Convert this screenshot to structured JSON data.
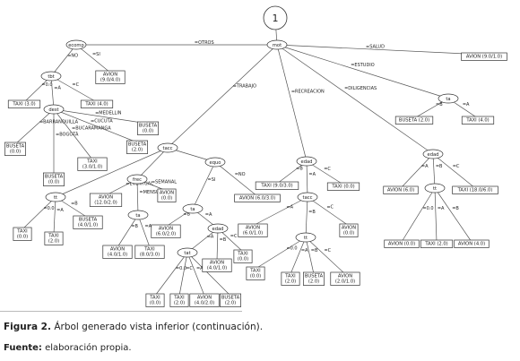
{
  "header": {
    "page_number": "1"
  },
  "caption": {
    "figure_label": "Figura 2.",
    "text": " Árbol generado vista inferior (continuación)."
  },
  "source": {
    "label": "Fuente:",
    "text": " elaboración propia."
  },
  "tree": {
    "nodes": [
      {
        "id": "n1",
        "type": "circle",
        "label": "1"
      },
      {
        "id": "mot",
        "type": "ellipse",
        "label": "mot"
      },
      {
        "id": "ecomp",
        "type": "ellipse",
        "label": "ecomp"
      },
      {
        "id": "tbt",
        "type": "ellipse",
        "label": "tbt"
      },
      {
        "id": "dest",
        "type": "ellipse",
        "label": "dest"
      },
      {
        "id": "tacc",
        "type": "ellipse",
        "label": "tacc"
      },
      {
        "id": "tt",
        "type": "ellipse",
        "label": "tt"
      },
      {
        "id": "frec",
        "type": "ellipse",
        "label": "frec"
      },
      {
        "id": "ta_mensual",
        "type": "ellipse",
        "label": "ta"
      },
      {
        "id": "equo",
        "type": "ellipse",
        "label": "equo"
      },
      {
        "id": "ta_si",
        "type": "ellipse",
        "label": "ta"
      },
      {
        "id": "edad_trab",
        "type": "ellipse",
        "label": "edad"
      },
      {
        "id": "tat",
        "type": "ellipse",
        "label": "tat"
      },
      {
        "id": "edad_rec",
        "type": "ellipse",
        "label": "edad"
      },
      {
        "id": "tacc_rec",
        "type": "ellipse",
        "label": "tacc"
      },
      {
        "id": "tt_rec",
        "type": "ellipse",
        "label": "tt"
      },
      {
        "id": "ta_est",
        "type": "ellipse",
        "label": "ta"
      },
      {
        "id": "edad_dil",
        "type": "ellipse",
        "label": "edad"
      },
      {
        "id": "tt_dil",
        "type": "ellipse",
        "label": "tt"
      },
      {
        "id": "avion_ecomp",
        "type": "leaf",
        "lines": [
          "AVION",
          "(9.0/4.0)"
        ]
      },
      {
        "id": "taxi_tbt0",
        "type": "leaf",
        "lines": [
          "TAXI (3.0)"
        ]
      },
      {
        "id": "taxi_tbt1",
        "type": "leaf",
        "lines": [
          "TAXI (4.0)"
        ]
      },
      {
        "id": "buseta_med",
        "type": "leaf",
        "lines": [
          "BUSETA",
          "(0.0)"
        ]
      },
      {
        "id": "buseta_barr",
        "type": "leaf",
        "lines": [
          "BUSETA",
          "(0.0)"
        ]
      },
      {
        "id": "buseta_bog",
        "type": "leaf",
        "lines": [
          "BUSETA",
          "(0.0)"
        ]
      },
      {
        "id": "taxi_buc",
        "type": "leaf",
        "lines": [
          "TAXI",
          "(3.0/1.0)"
        ]
      },
      {
        "id": "buseta_cuc",
        "type": "leaf",
        "lines": [
          "BUSETA",
          "(2.0)"
        ]
      },
      {
        "id": "taxi_tt0",
        "type": "leaf",
        "lines": [
          "TAXI",
          "(0.0)"
        ]
      },
      {
        "id": "taxi_tta",
        "type": "leaf",
        "lines": [
          "TAXI",
          "(2.0)"
        ]
      },
      {
        "id": "buseta_ttb",
        "type": "leaf",
        "lines": [
          "BUSETA",
          "(4.0/1.0)"
        ]
      },
      {
        "id": "avion_event",
        "type": "leaf",
        "lines": [
          "AVION",
          "(12.0/2.0)"
        ]
      },
      {
        "id": "avion_seman",
        "type": "leaf",
        "lines": [
          "AVION",
          "(0.0)"
        ]
      },
      {
        "id": "avion_tab",
        "type": "leaf",
        "lines": [
          "AVION",
          "(4.0/1.0)"
        ]
      },
      {
        "id": "taxi_taa",
        "type": "leaf",
        "lines": [
          "TAXI",
          "(8.0/3.0)"
        ]
      },
      {
        "id": "avion_no",
        "type": "leaf",
        "lines": [
          "AVION (6.0/3.0)"
        ]
      },
      {
        "id": "avion_sib",
        "type": "leaf",
        "lines": [
          "AVION",
          "(6.0/2.0)"
        ]
      },
      {
        "id": "avion_edb",
        "type": "leaf",
        "lines": [
          "AVION",
          "(4.0/1.0)"
        ]
      },
      {
        "id": "taxi_edc",
        "type": "leaf",
        "lines": [
          "TAXI",
          "(0.0)"
        ]
      },
      {
        "id": "taxi_tat0",
        "type": "leaf",
        "lines": [
          "TAXI",
          "(0.0)"
        ]
      },
      {
        "id": "taxi_tatc",
        "type": "leaf",
        "lines": [
          "TAXI",
          "(2.0)"
        ]
      },
      {
        "id": "avion_tata",
        "type": "leaf",
        "lines": [
          "AVION",
          "(4.0/2.0)"
        ]
      },
      {
        "id": "buseta_tatb",
        "type": "leaf",
        "lines": [
          "BUSETA",
          "(2.0)"
        ]
      },
      {
        "id": "taxi_recb",
        "type": "leaf",
        "lines": [
          "TAXI (9.0/3.0)"
        ]
      },
      {
        "id": "taxi_recc",
        "type": "leaf",
        "lines": [
          "TAXI (0.0)"
        ]
      },
      {
        "id": "avion_racca",
        "type": "leaf",
        "lines": [
          "AVION",
          "(6.0/1.0)"
        ]
      },
      {
        "id": "avion_raccc",
        "type": "leaf",
        "lines": [
          "AVION",
          "(0.0)"
        ]
      },
      {
        "id": "taxi_rtt0",
        "type": "leaf",
        "lines": [
          "TAXI",
          "(0.0)"
        ]
      },
      {
        "id": "taxi_rtta",
        "type": "leaf",
        "lines": [
          "TAXI",
          "(2.0)"
        ]
      },
      {
        "id": "buseta_rttb",
        "type": "leaf",
        "lines": [
          "BUSETA",
          "(2.0)"
        ]
      },
      {
        "id": "avion_rttc",
        "type": "leaf",
        "lines": [
          "AVION",
          "(2.0/1.0)"
        ]
      },
      {
        "id": "avion_salud",
        "type": "leaf",
        "lines": [
          "AVION (9.0/1.0)"
        ]
      },
      {
        "id": "buseta_estb",
        "type": "leaf",
        "lines": [
          "BUSETA (2.0)"
        ]
      },
      {
        "id": "taxi_esta",
        "type": "leaf",
        "lines": [
          "TAXI (4.0)"
        ]
      },
      {
        "id": "avion_dila",
        "type": "leaf",
        "lines": [
          "AVION (6.0)"
        ]
      },
      {
        "id": "taxi_dilc",
        "type": "leaf",
        "lines": [
          "TAXI (18.0/6.0)"
        ]
      },
      {
        "id": "avion_dtt0",
        "type": "leaf",
        "lines": [
          "AVION (0.0)"
        ]
      },
      {
        "id": "taxi_dtta",
        "type": "leaf",
        "lines": [
          "TAXI (2.0)"
        ]
      },
      {
        "id": "avion_dttb",
        "type": "leaf",
        "lines": [
          "AVION (4.0)"
        ]
      }
    ],
    "edges": [
      {
        "from": "n1",
        "to": "mot",
        "label": ""
      },
      {
        "from": "mot",
        "to": "ecomp",
        "label": "=OTROS"
      },
      {
        "from": "mot",
        "to": "avion_salud",
        "label": "=SALUD"
      },
      {
        "from": "mot",
        "to": "ta_est",
        "label": "=ESTUDIO"
      },
      {
        "from": "mot",
        "to": "tacc",
        "label": "=TRABAJO"
      },
      {
        "from": "mot",
        "to": "edad_rec",
        "label": "=RECREACION"
      },
      {
        "from": "mot",
        "to": "edad_dil",
        "label": "=DILIGENCIAS"
      },
      {
        "from": "ecomp",
        "to": "tbt",
        "label": "=NO"
      },
      {
        "from": "ecomp",
        "to": "avion_ecomp",
        "label": "=SI"
      },
      {
        "from": "tbt",
        "to": "taxi_tbt0",
        "label": "=0.0"
      },
      {
        "from": "tbt",
        "to": "taxi_tbt1",
        "label": "=C"
      },
      {
        "from": "tbt",
        "to": "dest",
        "label": "=A"
      },
      {
        "from": "dest",
        "to": "buseta_med",
        "label": "=MEDELLIN"
      },
      {
        "from": "dest",
        "to": "buseta_barr",
        "label": "=BARRANQUILLA"
      },
      {
        "from": "dest",
        "to": "buseta_bog",
        "label": "=BOGOTÁ"
      },
      {
        "from": "dest",
        "to": "taxi_buc",
        "label": "=BUCARAMANGA"
      },
      {
        "from": "dest",
        "to": "buseta_cuc",
        "label": "=CUCUTA"
      },
      {
        "from": "tacc",
        "to": "tt",
        "label": ""
      },
      {
        "from": "tacc",
        "to": "frec",
        "label": ""
      },
      {
        "from": "tacc",
        "to": "equo",
        "label": ""
      },
      {
        "from": "tt",
        "to": "taxi_tt0",
        "label": "=0.0"
      },
      {
        "from": "tt",
        "to": "taxi_tta",
        "label": "=A"
      },
      {
        "from": "tt",
        "to": "buseta_ttb",
        "label": "=B"
      },
      {
        "from": "frec",
        "to": "avion_event",
        "label": "=EVENTUAL"
      },
      {
        "from": "frec",
        "to": "avion_seman",
        "label": "=SEMANAL"
      },
      {
        "from": "frec",
        "to": "ta_mensual",
        "label": "=MENSUAL"
      },
      {
        "from": "ta_mensual",
        "to": "avion_tab",
        "label": "=B"
      },
      {
        "from": "ta_mensual",
        "to": "taxi_taa",
        "label": "=A"
      },
      {
        "from": "equo",
        "to": "ta_si",
        "label": "=SI"
      },
      {
        "from": "equo",
        "to": "avion_no",
        "label": "=NO"
      },
      {
        "from": "ta_si",
        "to": "avion_sib",
        "label": "=B"
      },
      {
        "from": "ta_si",
        "to": "edad_trab",
        "label": "=A"
      },
      {
        "from": "edad_trab",
        "to": "tat",
        "label": "=A"
      },
      {
        "from": "edad_trab",
        "to": "avion_edb",
        "label": "=B"
      },
      {
        "from": "edad_trab",
        "to": "taxi_edc",
        "label": "=C"
      },
      {
        "from": "tat",
        "to": "taxi_tat0",
        "label": "=0.0"
      },
      {
        "from": "tat",
        "to": "taxi_tatc",
        "label": "=C"
      },
      {
        "from": "tat",
        "to": "avion_tata",
        "label": "=A"
      },
      {
        "from": "tat",
        "to": "buseta_tatb",
        "label": "=B"
      },
      {
        "from": "edad_rec",
        "to": "taxi_recb",
        "label": "=B"
      },
      {
        "from": "edad_rec",
        "to": "taxi_recc",
        "label": "=C"
      },
      {
        "from": "edad_rec",
        "to": "tacc_rec",
        "label": "=A"
      },
      {
        "from": "tacc_rec",
        "to": "avion_racca",
        "label": "=A"
      },
      {
        "from": "tacc_rec",
        "to": "tt_rec",
        "label": "=B"
      },
      {
        "from": "tacc_rec",
        "to": "avion_raccc",
        "label": "=C"
      },
      {
        "from": "tt_rec",
        "to": "taxi_rtt0",
        "label": "=0.0"
      },
      {
        "from": "tt_rec",
        "to": "taxi_rtta",
        "label": "=A"
      },
      {
        "from": "tt_rec",
        "to": "buseta_rttb",
        "label": "=B"
      },
      {
        "from": "tt_rec",
        "to": "avion_rttc",
        "label": "=C"
      },
      {
        "from": "ta_est",
        "to": "buseta_estb",
        "label": "=B"
      },
      {
        "from": "ta_est",
        "to": "taxi_esta",
        "label": "=A"
      },
      {
        "from": "edad_dil",
        "to": "avion_dila",
        "label": "=A"
      },
      {
        "from": "edad_dil",
        "to": "tt_dil",
        "label": "=B"
      },
      {
        "from": "edad_dil",
        "to": "taxi_dilc",
        "label": "=C"
      },
      {
        "from": "tt_dil",
        "to": "avion_dtt0",
        "label": "=0.0"
      },
      {
        "from": "tt_dil",
        "to": "taxi_dtta",
        "label": "=A"
      },
      {
        "from": "tt_dil",
        "to": "avion_dttb",
        "label": "=B"
      }
    ]
  }
}
